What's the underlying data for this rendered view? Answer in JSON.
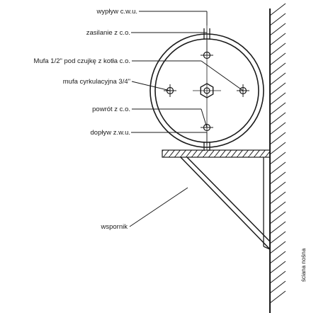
{
  "labels": {
    "outflow_hot_water": "wypływ c.w.u.",
    "supply_heating": "zasilanie z c.o.",
    "sensor_socket": "Mufa 1/2\" pod czujkę z kotła c.o.",
    "circulation_socket": "mufa cyrkulacyjna 3/4\"",
    "return_heating": "powrót z c.o.",
    "inflow_cold_water": "dopływ z.w.u.",
    "bracket": "wspornik",
    "wall": "ściana nośna"
  },
  "colors": {
    "line": "#1a1a1a",
    "background": "#ffffff"
  }
}
